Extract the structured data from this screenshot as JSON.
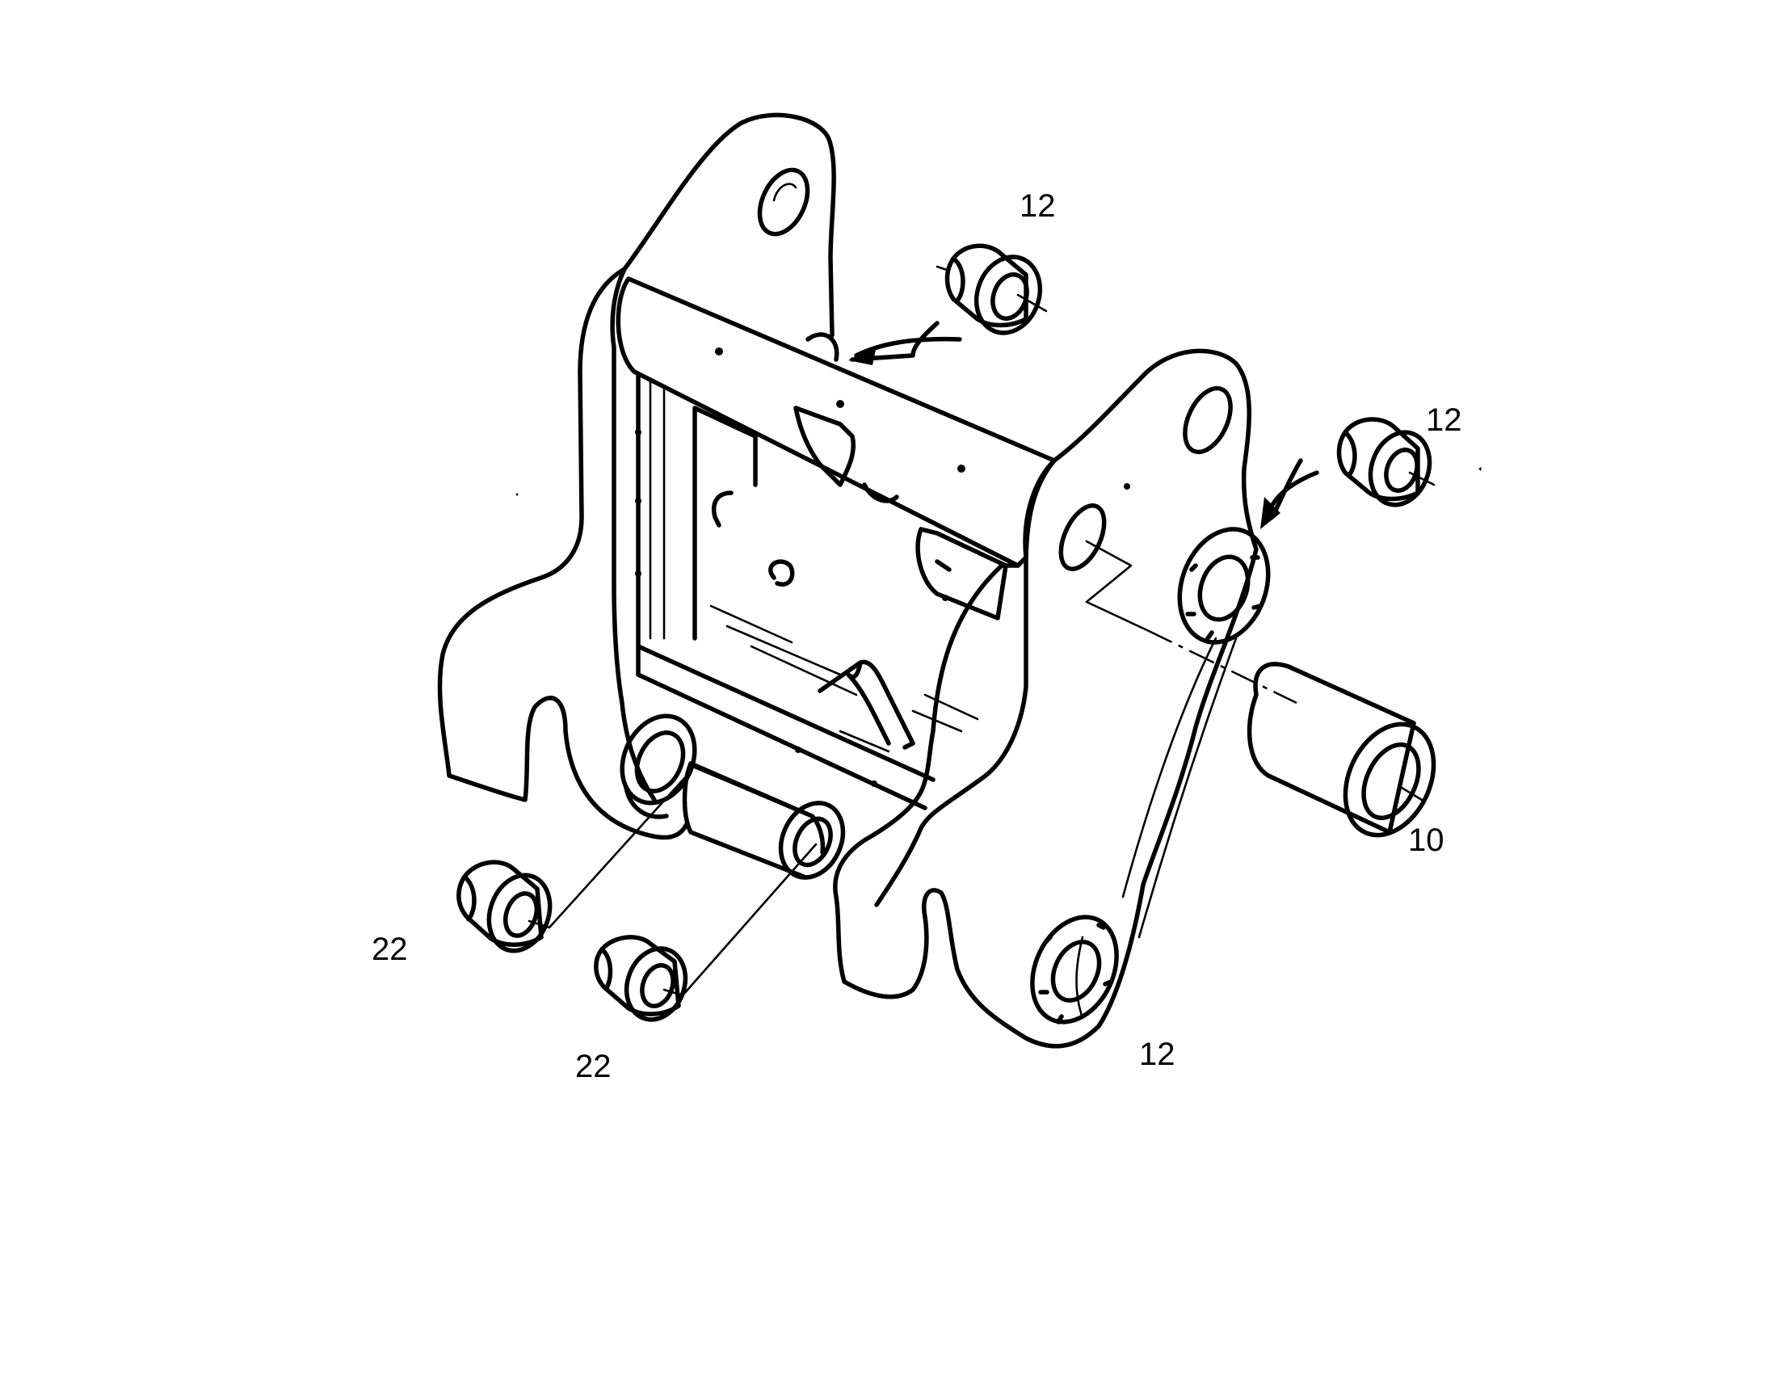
{
  "callouts": [
    {
      "id": "c1",
      "text": "12"
    },
    {
      "id": "c2",
      "text": "12"
    },
    {
      "id": "c3",
      "text": "10"
    },
    {
      "id": "c4",
      "text": "22"
    },
    {
      "id": "c5",
      "text": "22"
    },
    {
      "id": "c6",
      "text": "12"
    }
  ],
  "parts": [
    {
      "name": "frame",
      "part": "quick-coupler-frame"
    },
    {
      "name": "bushing-top",
      "part": "flanged-bushing",
      "callout": "12"
    },
    {
      "name": "bushing-right",
      "part": "flanged-bushing",
      "callout": "12"
    },
    {
      "name": "sleeve",
      "part": "sleeve",
      "callout": "10"
    },
    {
      "name": "bushing-lower-left",
      "part": "flanged-bushing",
      "callout": "22"
    },
    {
      "name": "bushing-lower-middle",
      "part": "flanged-bushing",
      "callout": "22"
    },
    {
      "name": "bore-lower-right",
      "part": "bearing-bore",
      "callout": "12"
    }
  ],
  "colors": {
    "ink": "#000000",
    "paper": "#ffffff"
  }
}
